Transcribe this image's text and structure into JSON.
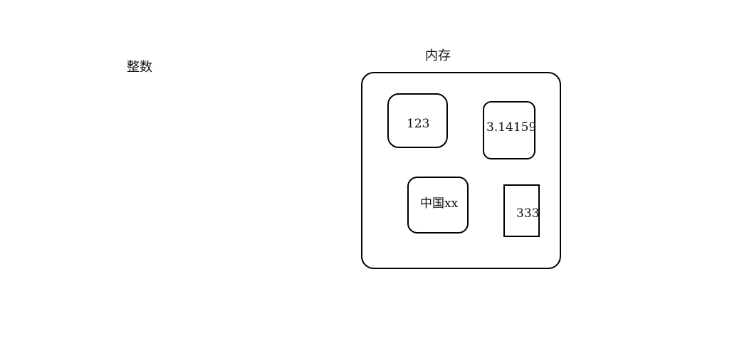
{
  "labels": {
    "left": "整数",
    "memory": "内存"
  },
  "memory_items": {
    "int_value": "123",
    "float_value": "3.14159",
    "string_value": "中国xx",
    "rect_value": "333"
  }
}
